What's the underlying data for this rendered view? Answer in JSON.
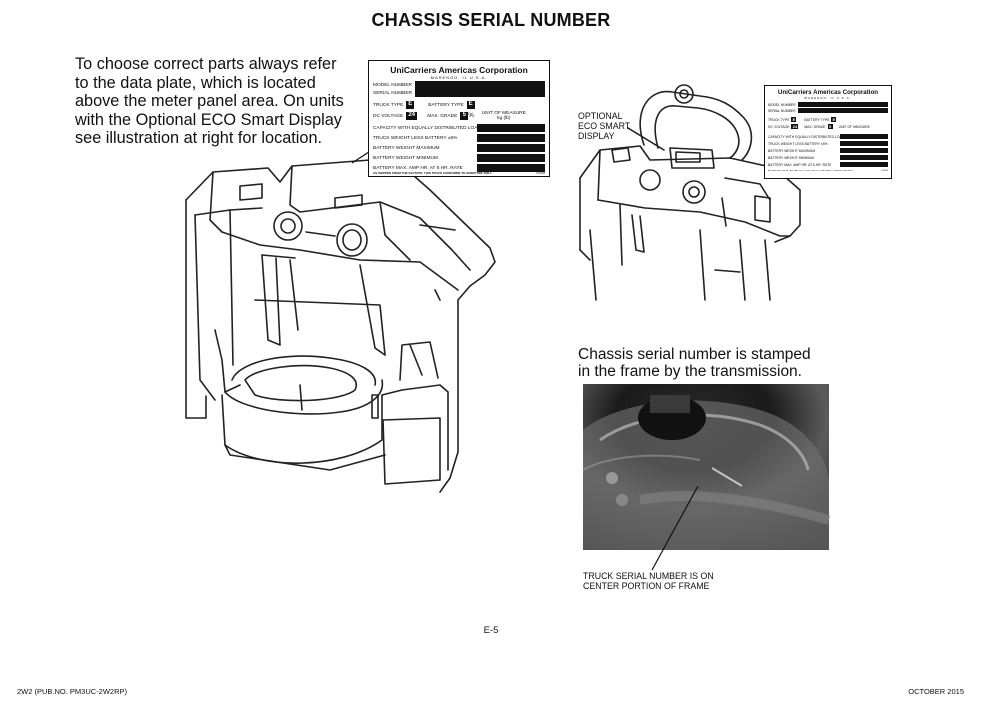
{
  "page": {
    "title": "CHASSIS SERIAL NUMBER",
    "intro_lines": [
      "To choose correct parts always refer",
      "to the data plate, which is located",
      "above the meter panel area. On units",
      "with the Optional ECO Smart Display",
      "see illustration at right for location."
    ],
    "optional_lines": [
      "OPTIONAL",
      "ECO SMART",
      "DISPLAY"
    ],
    "serial_caption_lines": [
      "Chassis serial number is stamped",
      "in the frame by the transmission."
    ],
    "truck_caption_lines": [
      "TRUCK SERIAL NUMBER IS ON",
      "CENTER PORTION OF FRAME"
    ],
    "page_number": "E-5",
    "footer_left": "2W2 (PUB.NO. PM3UC-2W2RP)",
    "footer_right": "OCTOBER 2015"
  },
  "data_plate": {
    "company": "UniCarriers Americas Corporation",
    "address": "MARENGO, IL U.S.A.",
    "model_number": "MODEL NUMBER",
    "serial_number": "SERIAL NUMBER",
    "truck_type": "TRUCK TYPE",
    "truck_type_value": "E",
    "battery_type": "BATTERY TYPE",
    "battery_type_value": "E",
    "dc_voltage": "DC VOLTAGE",
    "dc_voltage_value": "24",
    "max_grade": "MAX. GRADE",
    "max_grade_value": "5",
    "percent": "%",
    "unit_of_measure": "UNIT OF MEASURE",
    "units": "kg     (lb)",
    "capacity": "CAPACITY WITH EQUALLY DISTRIBUTED LOAD",
    "truck_weight": "TRUCK WEIGHT LESS BATTERY ±5%",
    "battery_max": "BATTERY WEIGHT MAXIMUM",
    "battery_min": "BATTERY WEIGHT MINIMUM",
    "battery_amp": "BATTERY MAX. AMP HR. AT 6 HR. RATE",
    "compliance": "AS SHIPPED FROM THE FACTORY, THIS TRUCK CONFORMS TO ANSI/ITSDF B56.1",
    "code": "F0425"
  }
}
